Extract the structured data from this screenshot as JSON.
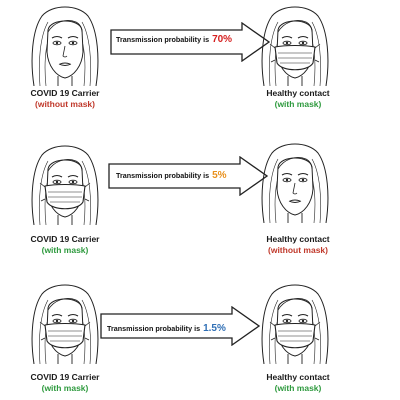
{
  "rows": [
    {
      "left_title": "COVID 19 Carrier",
      "left_status": "(without mask)",
      "left_status_color": "#c0392b",
      "left_masked": false,
      "arrow_text": "Transmission probability is",
      "arrow_value": "70%",
      "arrow_value_color": "#d62020",
      "right_title": "Healthy contact",
      "right_status": "(with mask)",
      "right_status_color": "#2e9a3e",
      "right_masked": true
    },
    {
      "left_title": "COVID 19 Carrier",
      "left_status": "(with mask)",
      "left_status_color": "#2e9a3e",
      "left_masked": true,
      "arrow_text": "Transmission probability is",
      "arrow_value": "5%",
      "arrow_value_color": "#e8901c",
      "right_title": "Healthy contact",
      "right_status": "(without mask)",
      "right_status_color": "#c0392b",
      "right_masked": false
    },
    {
      "left_title": "COVID 19 Carrier",
      "left_status": "(with mask)",
      "left_status_color": "#2e9a3e",
      "left_masked": true,
      "arrow_text": "Transmission probability is",
      "arrow_value": "1.5%",
      "arrow_value_color": "#2f6fb5",
      "right_title": "Healthy contact",
      "right_status": "(with mask)",
      "right_status_color": "#2e9a3e",
      "right_masked": true
    }
  ]
}
